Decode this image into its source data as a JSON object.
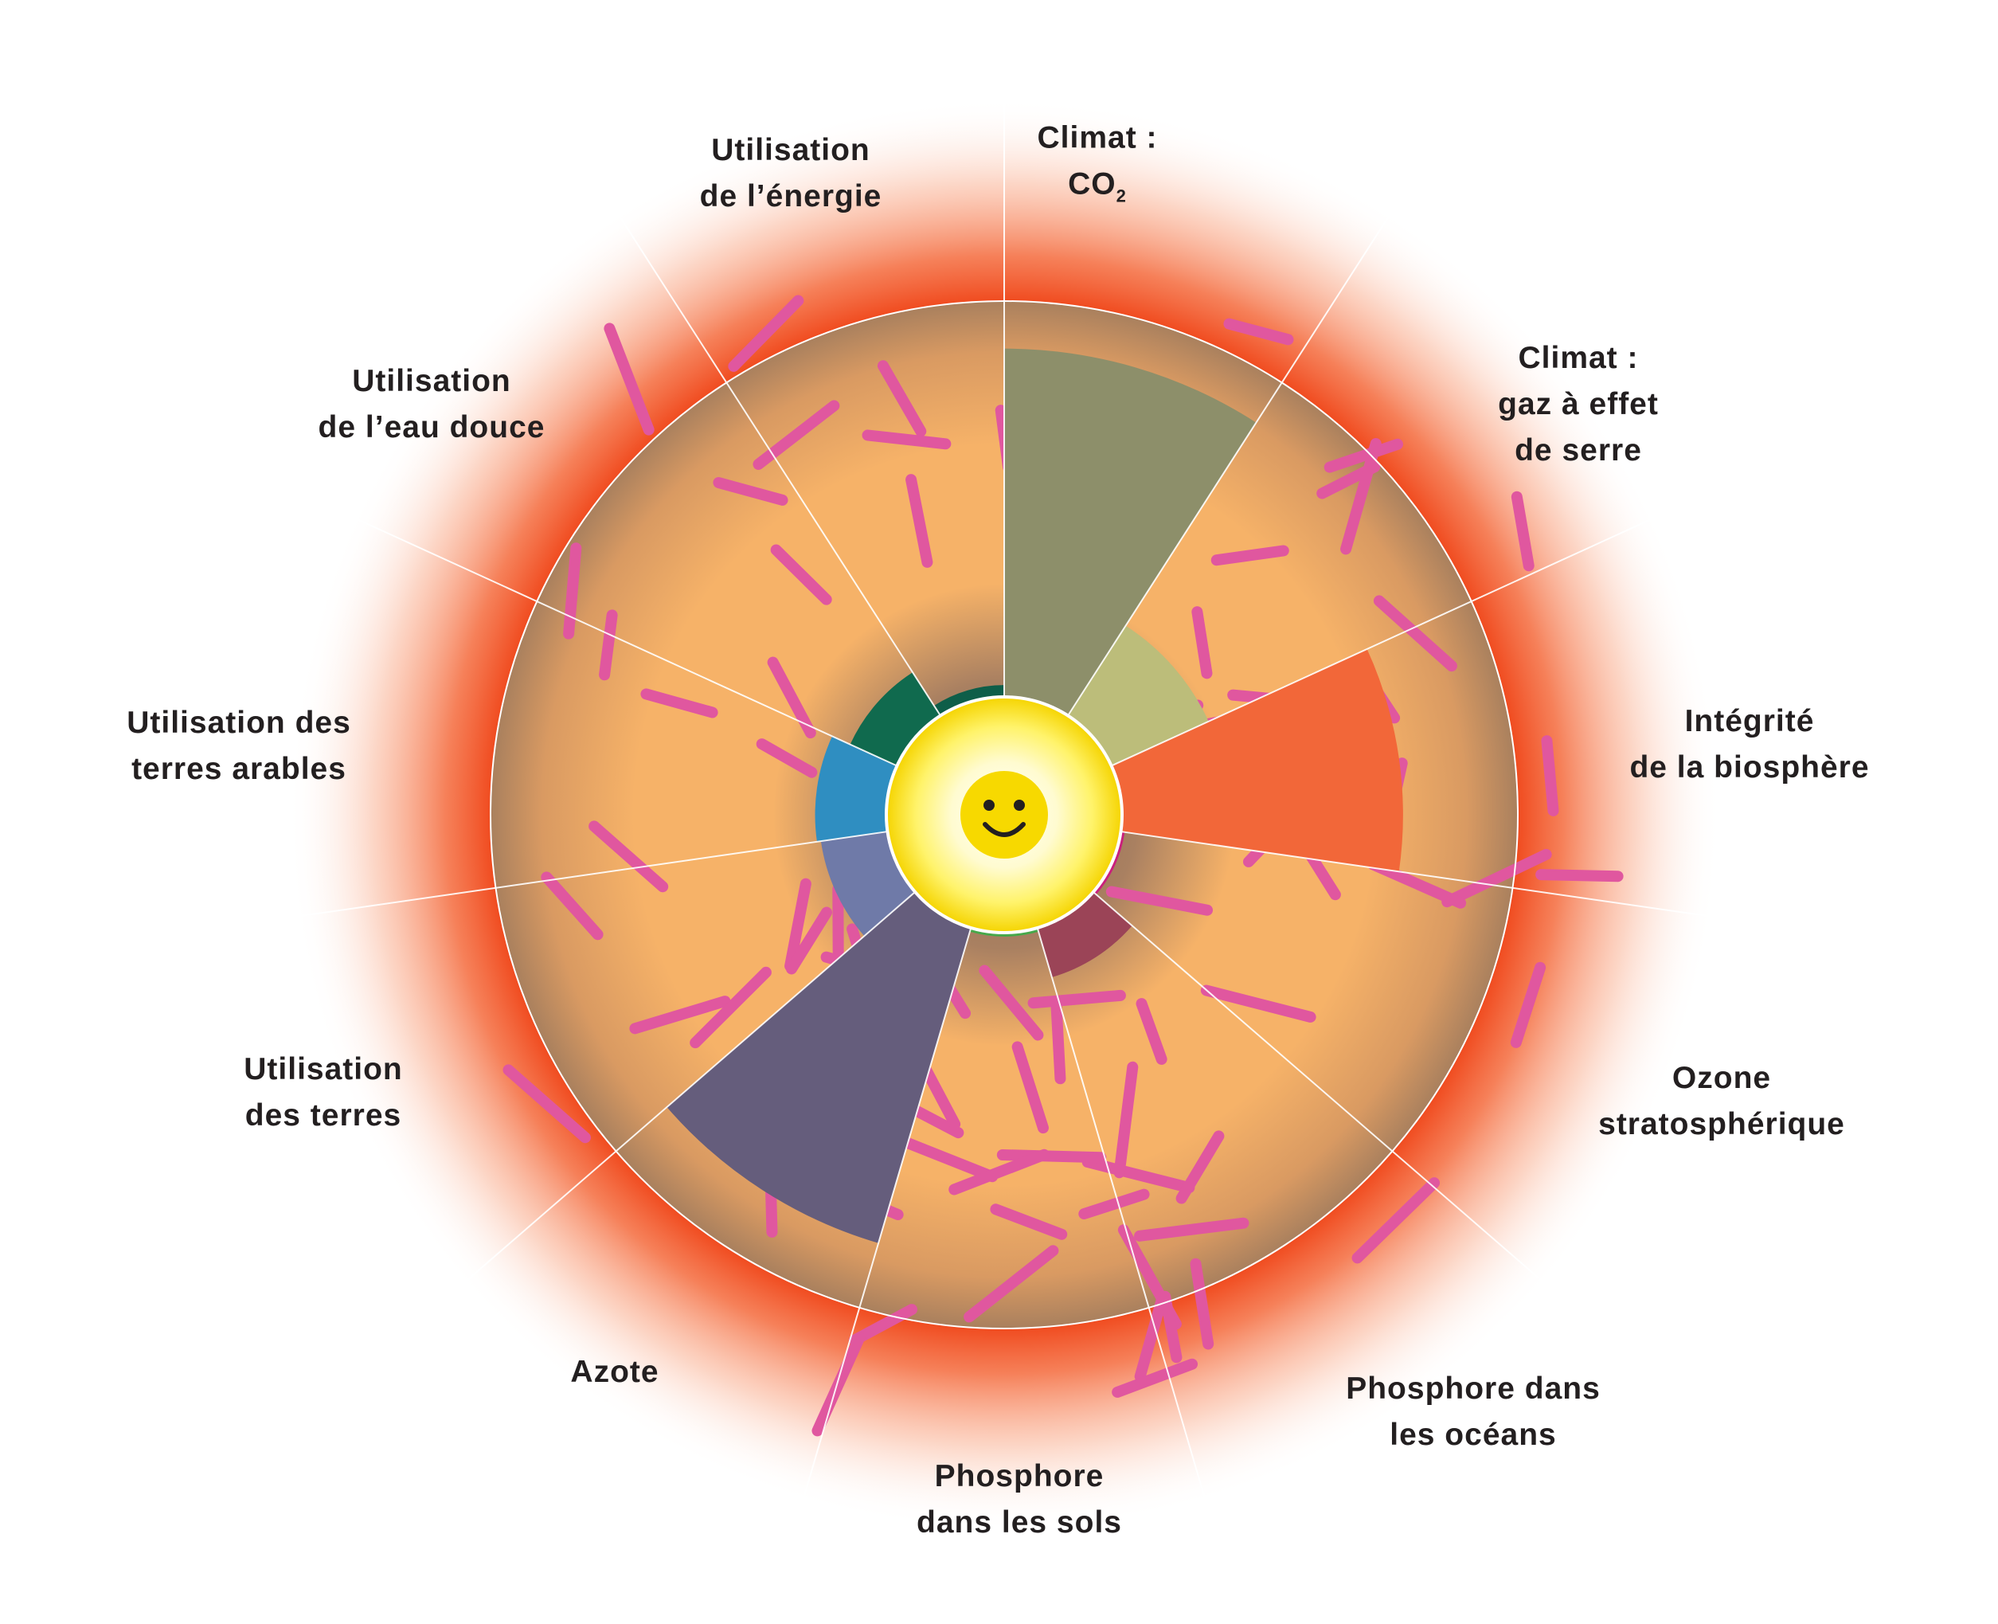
{
  "title": "",
  "center_icon": "smiley-face-icon",
  "colors": {
    "danger_glow": "#f04a1e",
    "safe_zone": "#f6b268",
    "sector_line": "#ffffff",
    "dash": "#e0579f",
    "center_glow": "#fff36a"
  },
  "sectors": [
    {
      "id": "climat-co2",
      "lines": [
        "Climat :",
        "CO"
      ],
      "subscript": "2",
      "color": "#8d8f6a",
      "fill_fraction": 0.88
    },
    {
      "id": "climat-ges",
      "lines": [
        "Climat :",
        "gaz à effet",
        "de serre"
      ],
      "subscript": "",
      "color": "#bcbd7a",
      "fill_fraction": 0.27
    },
    {
      "id": "integrite-biosphere",
      "lines": [
        "Intégrité",
        "de la biosphère"
      ],
      "subscript": "",
      "color": "#f26739",
      "fill_fraction": 0.71
    },
    {
      "id": "ozone",
      "lines": [
        "Ozone",
        "stratosphérique"
      ],
      "subscript": "",
      "color": "#ca1f7b",
      "fill_fraction": 0.01
    },
    {
      "id": "phosphore-oceans",
      "lines": [
        "Phosphore dans",
        "les océans"
      ],
      "subscript": "",
      "color": "#9b4457",
      "fill_fraction": 0.13
    },
    {
      "id": "phosphore-sols",
      "lines": [
        "Phosphore",
        "dans les sols"
      ],
      "subscript": "",
      "color": "#46a84a",
      "fill_fraction": 0.01
    },
    {
      "id": "azote",
      "lines": [
        "Azote"
      ],
      "subscript": "",
      "color": "#655d7c",
      "fill_fraction": 0.83
    },
    {
      "id": "utilisation-terres",
      "lines": [
        "Utilisation",
        "des terres"
      ],
      "subscript": "",
      "color": "#6f7aa8",
      "fill_fraction": 0.17
    },
    {
      "id": "terres-arables",
      "lines": [
        "Utilisation des",
        "terres arables"
      ],
      "subscript": "",
      "color": "#2f8ec1",
      "fill_fraction": 0.18
    },
    {
      "id": "eau-douce",
      "lines": [
        "Utilisation",
        "de l’eau douce"
      ],
      "subscript": "",
      "color": "#106a4e",
      "fill_fraction": 0.13
    },
    {
      "id": "energie",
      "lines": [
        "Utilisation",
        "de l’énergie"
      ],
      "subscript": "",
      "color": "#0e5e49",
      "fill_fraction": 0.03
    }
  ]
}
